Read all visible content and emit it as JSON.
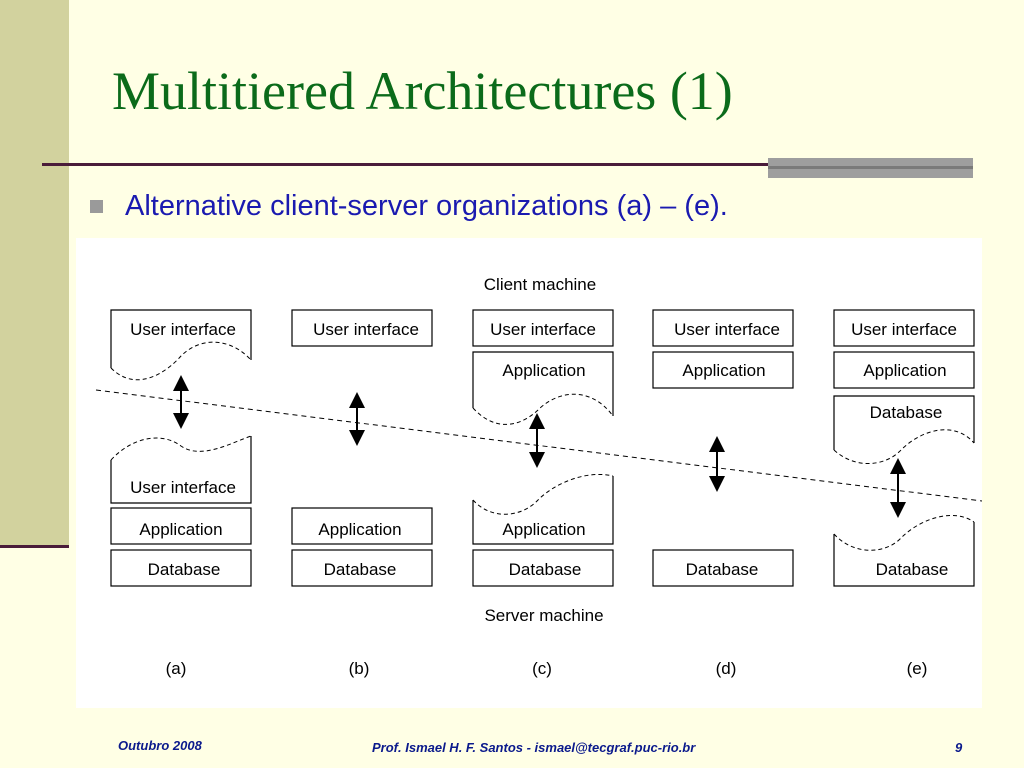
{
  "slide": {
    "title": "Multitiered Architectures (1)",
    "bullet": "Alternative client-server organizations (a) – (e)."
  },
  "diagram": {
    "client_label": "Client machine",
    "server_label": "Server machine",
    "layers": {
      "ui": "User interface",
      "app": "Application",
      "db": "Database"
    },
    "columns": [
      {
        "label": "(a)"
      },
      {
        "label": "(b)"
      },
      {
        "label": "(c)"
      },
      {
        "label": "(d)"
      },
      {
        "label": "(e)"
      }
    ]
  },
  "footer": {
    "date": "Outubro 2008",
    "author": "Prof. Ismael H. F. Santos -  ismael@tecgraf.puc-rio.br",
    "page": "9"
  },
  "colors": {
    "title": "#0B6B1A",
    "bullet_text": "#1A1AB0",
    "footer_text": "#0B1A8C",
    "background": "#FFFFE5",
    "left_band": "#D2D29E",
    "rule": "#4A1C3A"
  }
}
